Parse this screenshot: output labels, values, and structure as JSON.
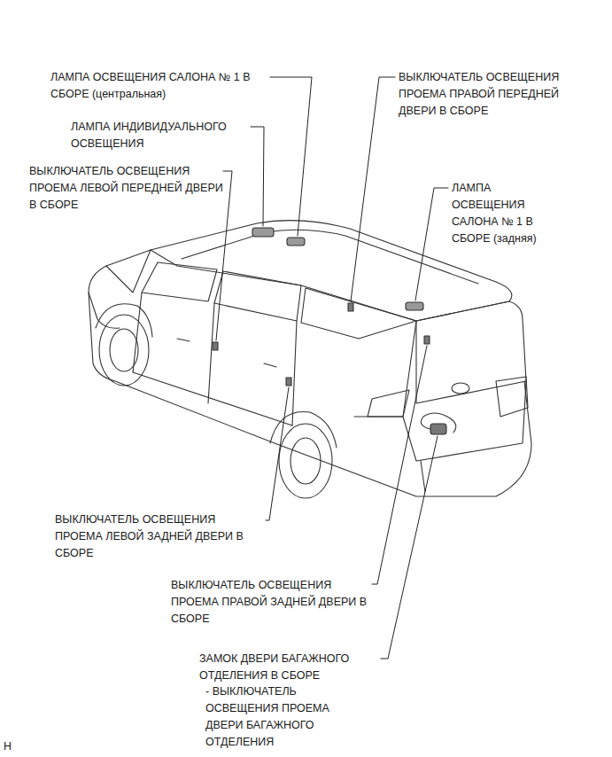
{
  "diagram": {
    "labels": [
      "ЛАМПА ОСВЕЩЕНИЯ САЛОНА № 1 В СБОРЕ (центральная)",
      "ЛАМПА ИНДИВИДУАЛЬНОГО ОСВЕЩЕНИЯ",
      "ВЫКЛЮЧАТЕЛЬ ОСВЕЩЕНИЯ ПРОЕМА ЛЕВОЙ ПЕРЕДНЕЙ ДВЕРИ В СБОРЕ",
      "ВЫКЛЮЧАТЕЛЬ ОСВЕЩЕНИЯ ПРОЕМА ПРАВОЙ ПЕРЕДНЕЙ ДВЕРИ В СБОРЕ",
      "ЛАМПА ОСВЕЩЕНИЯ САЛОНА № 1 В СБОРЕ (задняя)",
      "ВЫКЛЮЧАТЕЛЬ ОСВЕЩЕНИЯ ПРОЕМА ЛЕВОЙ ЗАДНЕЙ ДВЕРИ В СБОРЕ",
      "ВЫКЛЮЧАТЕЛЬ ОСВЕЩЕНИЯ ПРОЕМА ПРАВОЙ ЗАДНЕЙ ДВЕРИ В СБОРЕ",
      "ЗАМОК ДВЕРИ БАГАЖНОГО ОТДЕЛЕНИЯ В СБОРЕ",
      "- ВЫКЛЮЧАТЕЛЬ ОСВЕЩЕНИЯ ПРОЕМА ДВЕРИ БАГАЖНОГО ОТДЕЛЕНИЯ",
      "H"
    ]
  }
}
